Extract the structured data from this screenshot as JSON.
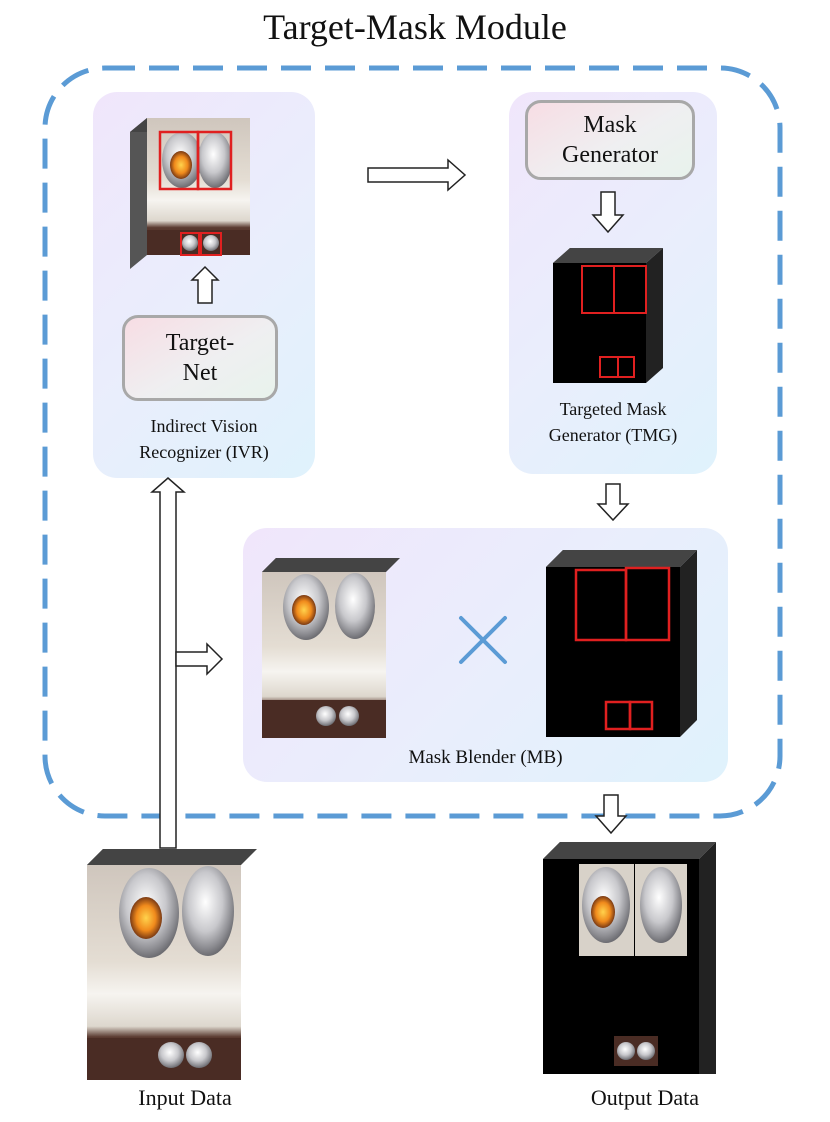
{
  "title": "Target-Mask Module",
  "ivr": {
    "box_label": "Target-Net",
    "caption_line1": "Indirect Vision",
    "caption_line2": "Recognizer (IVR)"
  },
  "tmg": {
    "box_label": "Mask Generator",
    "caption_line1": "Targeted Mask",
    "caption_line2": "Generator (TMG)"
  },
  "mb": {
    "caption": "Mask Blender (MB)",
    "operator_icon": "multiply-icon"
  },
  "input_label": "Input Data",
  "output_label": "Output Data",
  "colors": {
    "dashed_border": "#5b9bd5",
    "box_red": "#e02020",
    "multiply": "#5b9bd5"
  }
}
